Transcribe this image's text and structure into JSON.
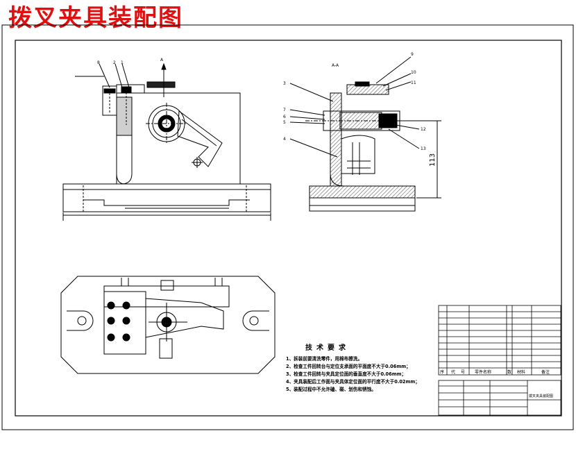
{
  "title": "拨叉夹具装配图",
  "section_label": "A-A",
  "view_arrow_label": "A",
  "dimension_113": "113",
  "leaders_front": [
    "8",
    "2",
    "1"
  ],
  "leaders_section": [
    "9",
    "10",
    "11",
    "3",
    "7",
    "6",
    "5",
    "4",
    "12",
    "13"
  ],
  "tech_requirements": {
    "heading": "技术要求",
    "items": [
      "1、拆装前要清洗零件，用棉布擦洗。",
      "2、检查工件回转台与定位支承面的平面度不大于0.06mm；",
      "3、检查工件回转与夹具定位面的垂直度不大于0.06mm；",
      "4、夹具装配后工作面与夹具体定位面的平行度不大于0.02mm；",
      "5、装配过程中不允许磕、碰、划伤和锈蚀。"
    ]
  },
  "bom_header": {
    "col1": "序",
    "col2": "代",
    "col3": "号",
    "col4": "零件名称",
    "col5": "数",
    "col6": "材料",
    "col7": "备注"
  },
  "title_block_name": "拨叉夹具装配图"
}
